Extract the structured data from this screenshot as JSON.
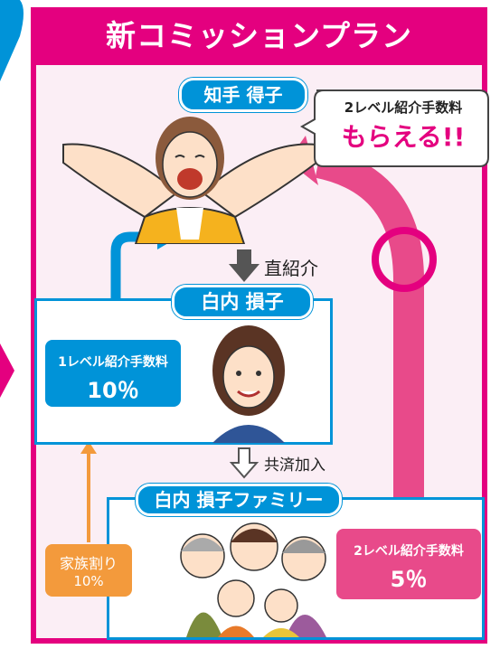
{
  "title": "新コミッションプラン",
  "top_person": {
    "name": "知手 得子"
  },
  "speech": {
    "line1": "2レベル紹介手数料",
    "line2": "もらえる!!"
  },
  "arrow_direct": {
    "label": "直紹介"
  },
  "middle_person": {
    "name": "白内 損子"
  },
  "commission_l1": {
    "line1": "1レベル紹介手数料",
    "line2": "10％"
  },
  "arrow_join": {
    "label": "共済加入"
  },
  "family": {
    "name": "白内 損子ファミリー"
  },
  "family_discount": {
    "line1": "家族割り",
    "line2": "10%"
  },
  "commission_l2": {
    "line1": "2レベル紹介手数料",
    "line2": "5％"
  },
  "colors": {
    "magenta": "#e4007f",
    "blue": "#0093d8",
    "pink_arrow": "#e84a8a",
    "orange": "#f39a3c",
    "panel_bg": "#fbeef5"
  }
}
